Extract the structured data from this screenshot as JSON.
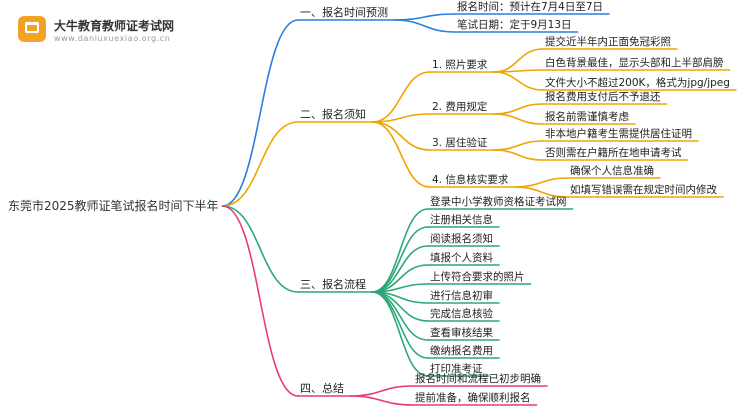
{
  "logo": {
    "name": "大牛教育教师证考试网",
    "url": "www.daniuxuexiao.org.cn"
  },
  "colors": {
    "blue": "#2a7de1",
    "orange": "#f0a500",
    "green": "#2aa876",
    "magenta": "#e8397a"
  },
  "mindmap": {
    "root": "东莞市2025教师证笔试报名时间下半年",
    "branches": [
      {
        "label": "一、报名时间预测",
        "color": "blue",
        "children": [
          {
            "label": "报名时间：预计在7月4日至7日"
          },
          {
            "label": "笔试日期：定于9月13日"
          }
        ]
      },
      {
        "label": "二、报名须知",
        "color": "orange",
        "children": [
          {
            "label": "1. 照片要求",
            "children": [
              {
                "label": "提交近半年内正面免冠彩照"
              },
              {
                "label": "白色背景最佳，显示头部和上半部肩膀"
              },
              {
                "label": "文件大小不超过200K，格式为jpg/jpeg"
              }
            ]
          },
          {
            "label": "2. 费用规定",
            "children": [
              {
                "label": "报名费用支付后不予退还"
              },
              {
                "label": "报名前需谨慎考虑"
              }
            ]
          },
          {
            "label": "3. 居住验证",
            "children": [
              {
                "label": "非本地户籍考生需提供居住证明"
              },
              {
                "label": "否则需在户籍所在地申请考试"
              }
            ]
          },
          {
            "label": "4. 信息核实要求",
            "children": [
              {
                "label": "确保个人信息准确"
              },
              {
                "label": "如填写错误需在规定时间内修改"
              }
            ]
          }
        ]
      },
      {
        "label": "三、报名流程",
        "color": "green",
        "children": [
          {
            "label": "登录中小学教师资格证考试网"
          },
          {
            "label": "注册相关信息"
          },
          {
            "label": "阅读报名须知"
          },
          {
            "label": "填报个人资料"
          },
          {
            "label": "上传符合要求的照片"
          },
          {
            "label": "进行信息初审"
          },
          {
            "label": "完成信息核验"
          },
          {
            "label": "查看审核结果"
          },
          {
            "label": "缴纳报名费用"
          },
          {
            "label": "打印准考证"
          }
        ]
      },
      {
        "label": "四、总结",
        "color": "magenta",
        "children": [
          {
            "label": "报名时间和流程已初步明确"
          },
          {
            "label": "提前准备，确保顺利报名"
          }
        ]
      }
    ]
  }
}
